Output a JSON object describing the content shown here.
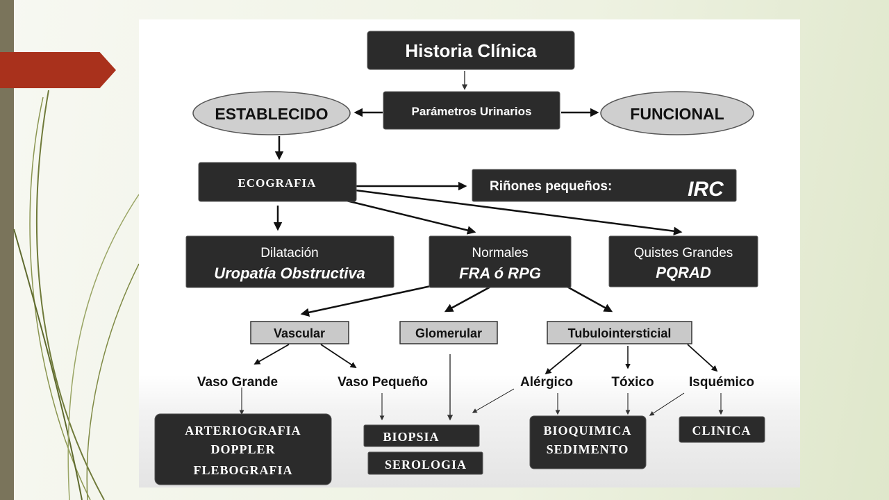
{
  "diagram": {
    "nodes": {
      "historia": "Historia Clínica",
      "parametros": "Parámetros Urinarios",
      "establecido": "ESTABLECIDO",
      "funcional": "FUNCIONAL",
      "ecografia": "ECOGRAFIA",
      "rinones": "Riñones pequeños:",
      "irc": "IRC",
      "dilatacion": "Dilatación",
      "uropatia": "Uropatía Obstructiva",
      "normales": "Normales",
      "fra": "FRA ó RPG",
      "quistes": "Quistes Grandes",
      "pqrad": "PQRAD",
      "vascular": "Vascular",
      "glomerular": "Glomerular",
      "tubulo": "Tubulointersticial",
      "vaso_grande": "Vaso Grande",
      "vaso_pequeno": "Vaso Pequeño",
      "alergico": "Alérgico",
      "toxico": "Tóxico",
      "isquemico": "Isquémico",
      "arteriografia": "ARTERIOGRAFIA",
      "doppler": "DOPPLER",
      "flebografia": "FLEBOGRAFIA",
      "biopsia": "BIOPSIA",
      "serologia": "SEROLOGIA",
      "bioquimica": "BIOQUIMICA",
      "sedimento": "SEDIMENTO",
      "clinica": "CLINICA"
    },
    "colors": {
      "dark_box": "#2b2b2b",
      "gray_box": "#c9c9c9",
      "ellipse": "#cfcfcf",
      "accent_tab": "#a9311c",
      "side_bar": "#7a745b"
    }
  }
}
